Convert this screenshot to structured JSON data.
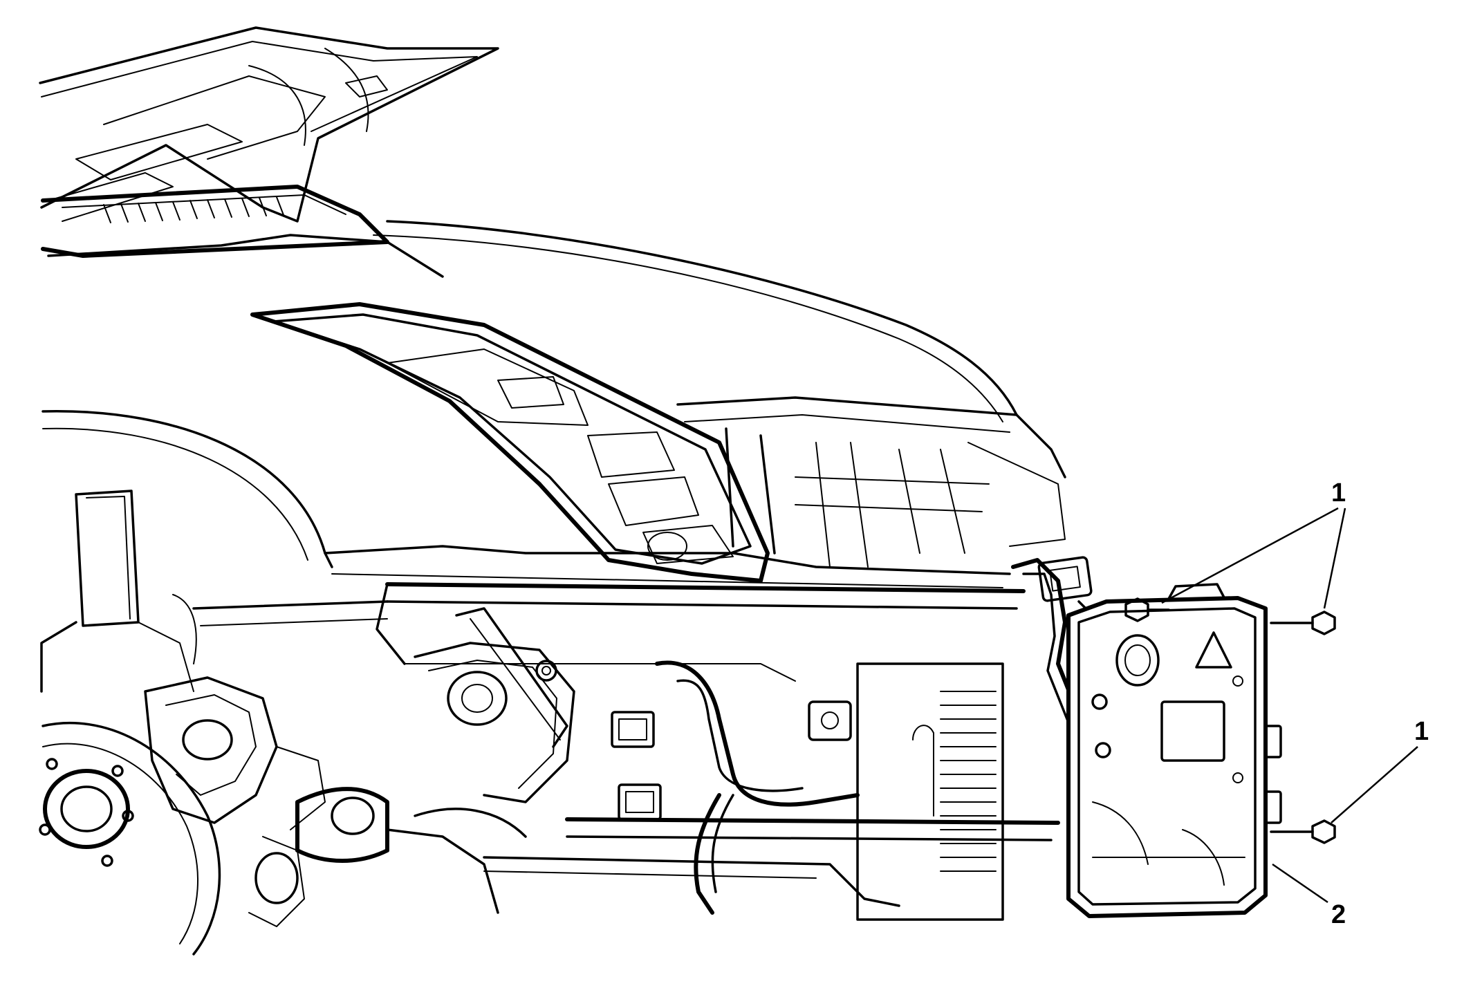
{
  "callouts": {
    "fastener_label_top": "1",
    "fastener_label_lower": "1",
    "module_label": "2"
  }
}
